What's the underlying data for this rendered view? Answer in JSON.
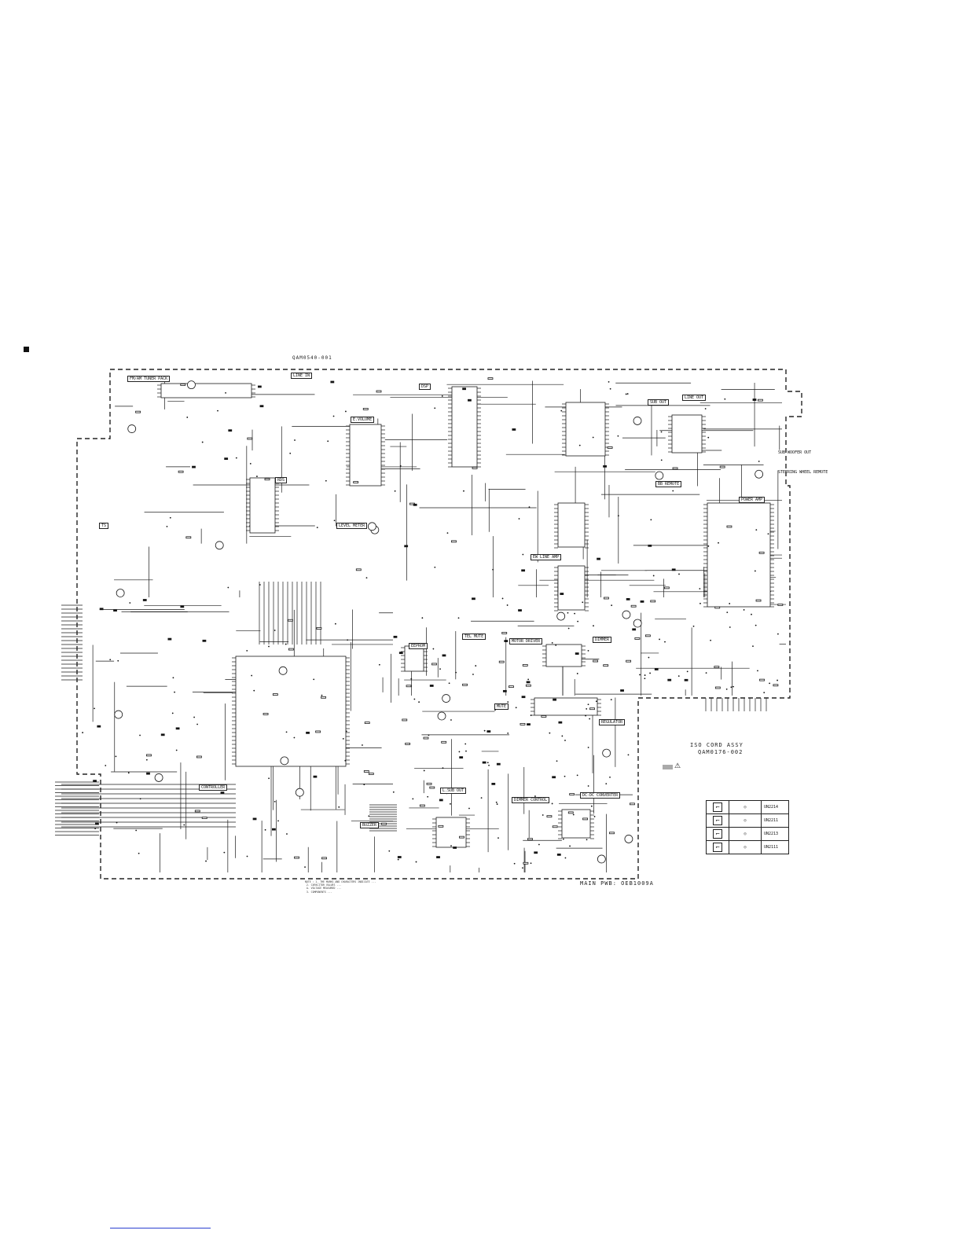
{
  "header": {
    "connector_id": "QAM0540-001",
    "board_name": "MAIN PWB: OEB1009A"
  },
  "blocks": {
    "tuner_pack": "FM/AM TUNER PACK",
    "line_in": "LINE IN",
    "e_volume": "E.VOLUME",
    "dsp": "DSP",
    "sub_out": "SUB OUT",
    "line_out": "LINE OUT",
    "bb_remote": "BB REMOTE",
    "power_amp": "POWER AMP",
    "ew_line_amp": "EW LINE AMP",
    "rds": "RDS",
    "ts": "TS",
    "level meter": "LEVEL METER",
    "eeprom": "EEPROM",
    "motor_driver": "MOTOR DRIVER",
    "dimmer": "DIMMER",
    "tel_mute": "TEL MUTE",
    "mute": "MUTE",
    "regulator": "REGULATOR",
    "controller": "CONTROLLER",
    "buzzer": "BUZZER",
    "l_sub_out": "L.SUB OUT",
    "dimmer_control": "DIMMER CONTROL",
    "dc_dc_converter": "DC-DC CONVERTER"
  },
  "connectors": {
    "sub_woofer_out": "SUB WOOFER OUT",
    "steering_remote": "STEERING WHEEL REMOTE"
  },
  "iso_cord": {
    "title": "ISO CORD ASSY",
    "part": "QAM0176-002"
  },
  "legend": {
    "warning_icon": "warning-triangle-icon",
    "rows": [
      {
        "symbol": "transistor-icon",
        "part": "UN2214"
      },
      {
        "symbol": "transistor-icon",
        "part": "UN2211"
      },
      {
        "symbol": "transistor-icon",
        "part": "UN2213"
      },
      {
        "symbol": "transistor-icon",
        "part": "UN2111"
      }
    ]
  },
  "notes": {
    "text": "NOTE : 1. THE MARKS AND CHARACTERS INDICATE ... \n 2. CAPACITOR VALUES ... \n A. VOLTAGE MEASURED ... \n 3. COMPONENTS ... "
  },
  "colors": {
    "ink": "#111111",
    "frame_dash": "#222222",
    "safety_shade": "#aaaaaa",
    "footer_link": "#2b3fcf"
  }
}
